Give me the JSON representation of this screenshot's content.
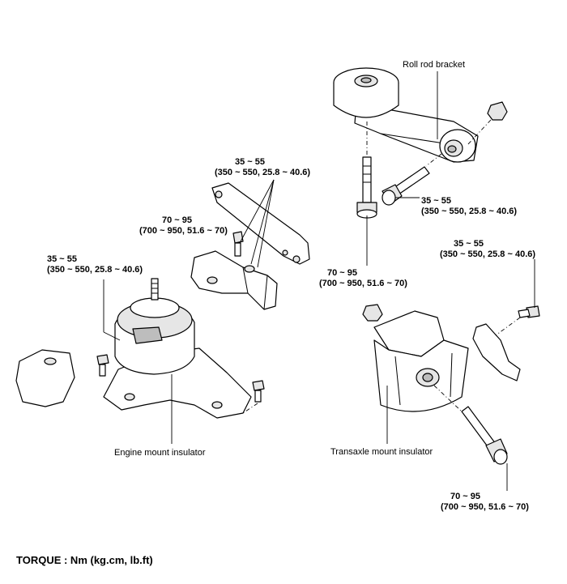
{
  "labels": {
    "roll_rod_bracket": "Roll rod bracket",
    "engine_mount_insulator": "Engine mount insulator",
    "transaxle_mount_insulator": "Transaxle mount insulator"
  },
  "torques": {
    "bracket_bolts": {
      "line1": "35 ~ 55",
      "line2": "(350 ~ 550, 25.8 ~ 40.6)"
    },
    "bracket_bolt_single": {
      "line1": "70 ~ 95",
      "line2": "(700 ~ 950, 51.6 ~ 70)"
    },
    "engine_mount_stud": {
      "line1": "35 ~ 55",
      "line2": "(350 ~ 550, 25.8 ~ 40.6)"
    },
    "roll_rod_long_bolt": {
      "line1": "70 ~ 95",
      "line2": "(700 ~ 950, 51.6 ~ 70)"
    },
    "roll_rod_bolt": {
      "line1": "35 ~ 55",
      "line2": "(350 ~ 550, 25.8 ~ 40.6)"
    },
    "transaxle_bracket_bolt": {
      "line1": "35 ~ 55",
      "line2": "(350 ~ 550, 25.8 ~ 40.6)"
    },
    "transaxle_through_bolt": {
      "line1": "70 ~ 95",
      "line2": "(700 ~ 950, 51.6 ~ 70)"
    }
  },
  "footer": {
    "torque_units": "TORQUE : Nm (kg.cm, lb.ft)"
  }
}
